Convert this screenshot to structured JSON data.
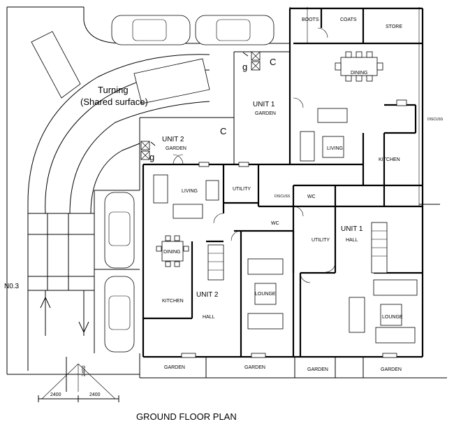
{
  "title": "GROUND FLOOR PLAN",
  "site": {
    "turning": "Turning",
    "shared_surface": "(Shared surface)",
    "plot_number": "N0.3",
    "dim_left": "2400",
    "dim_right": "2400",
    "dim_vertical": "2400"
  },
  "unit1": {
    "name": "UNIT 1",
    "garden_label": "GARDEN",
    "boots": "BOOTS",
    "coats": "COATS",
    "store": "STORE",
    "dining": "DINING",
    "living": "LIVING",
    "kitchen": "KITCHEN",
    "discuss": "DISCUSS",
    "wc": "WC",
    "utility": "UTILITY",
    "hall": "HALL",
    "lounge": "LOUNGE",
    "garden_a": "GARDEN",
    "garden_b": "GARDEN",
    "bin_c": "C",
    "bin_g": "g"
  },
  "unit2": {
    "name": "UNIT 2",
    "garden_label": "GARDEN",
    "living": "LIVING",
    "utility": "UTILITY",
    "wc": "WC",
    "dining": "DINING",
    "kitchen": "KITCHEN",
    "hall": "HALL",
    "lounge": "LOUNGE",
    "discuss": "DISCUSS",
    "garden_a": "GARDEN",
    "garden_b": "GARDEN",
    "bin_c": "C",
    "bin_g": "g"
  }
}
